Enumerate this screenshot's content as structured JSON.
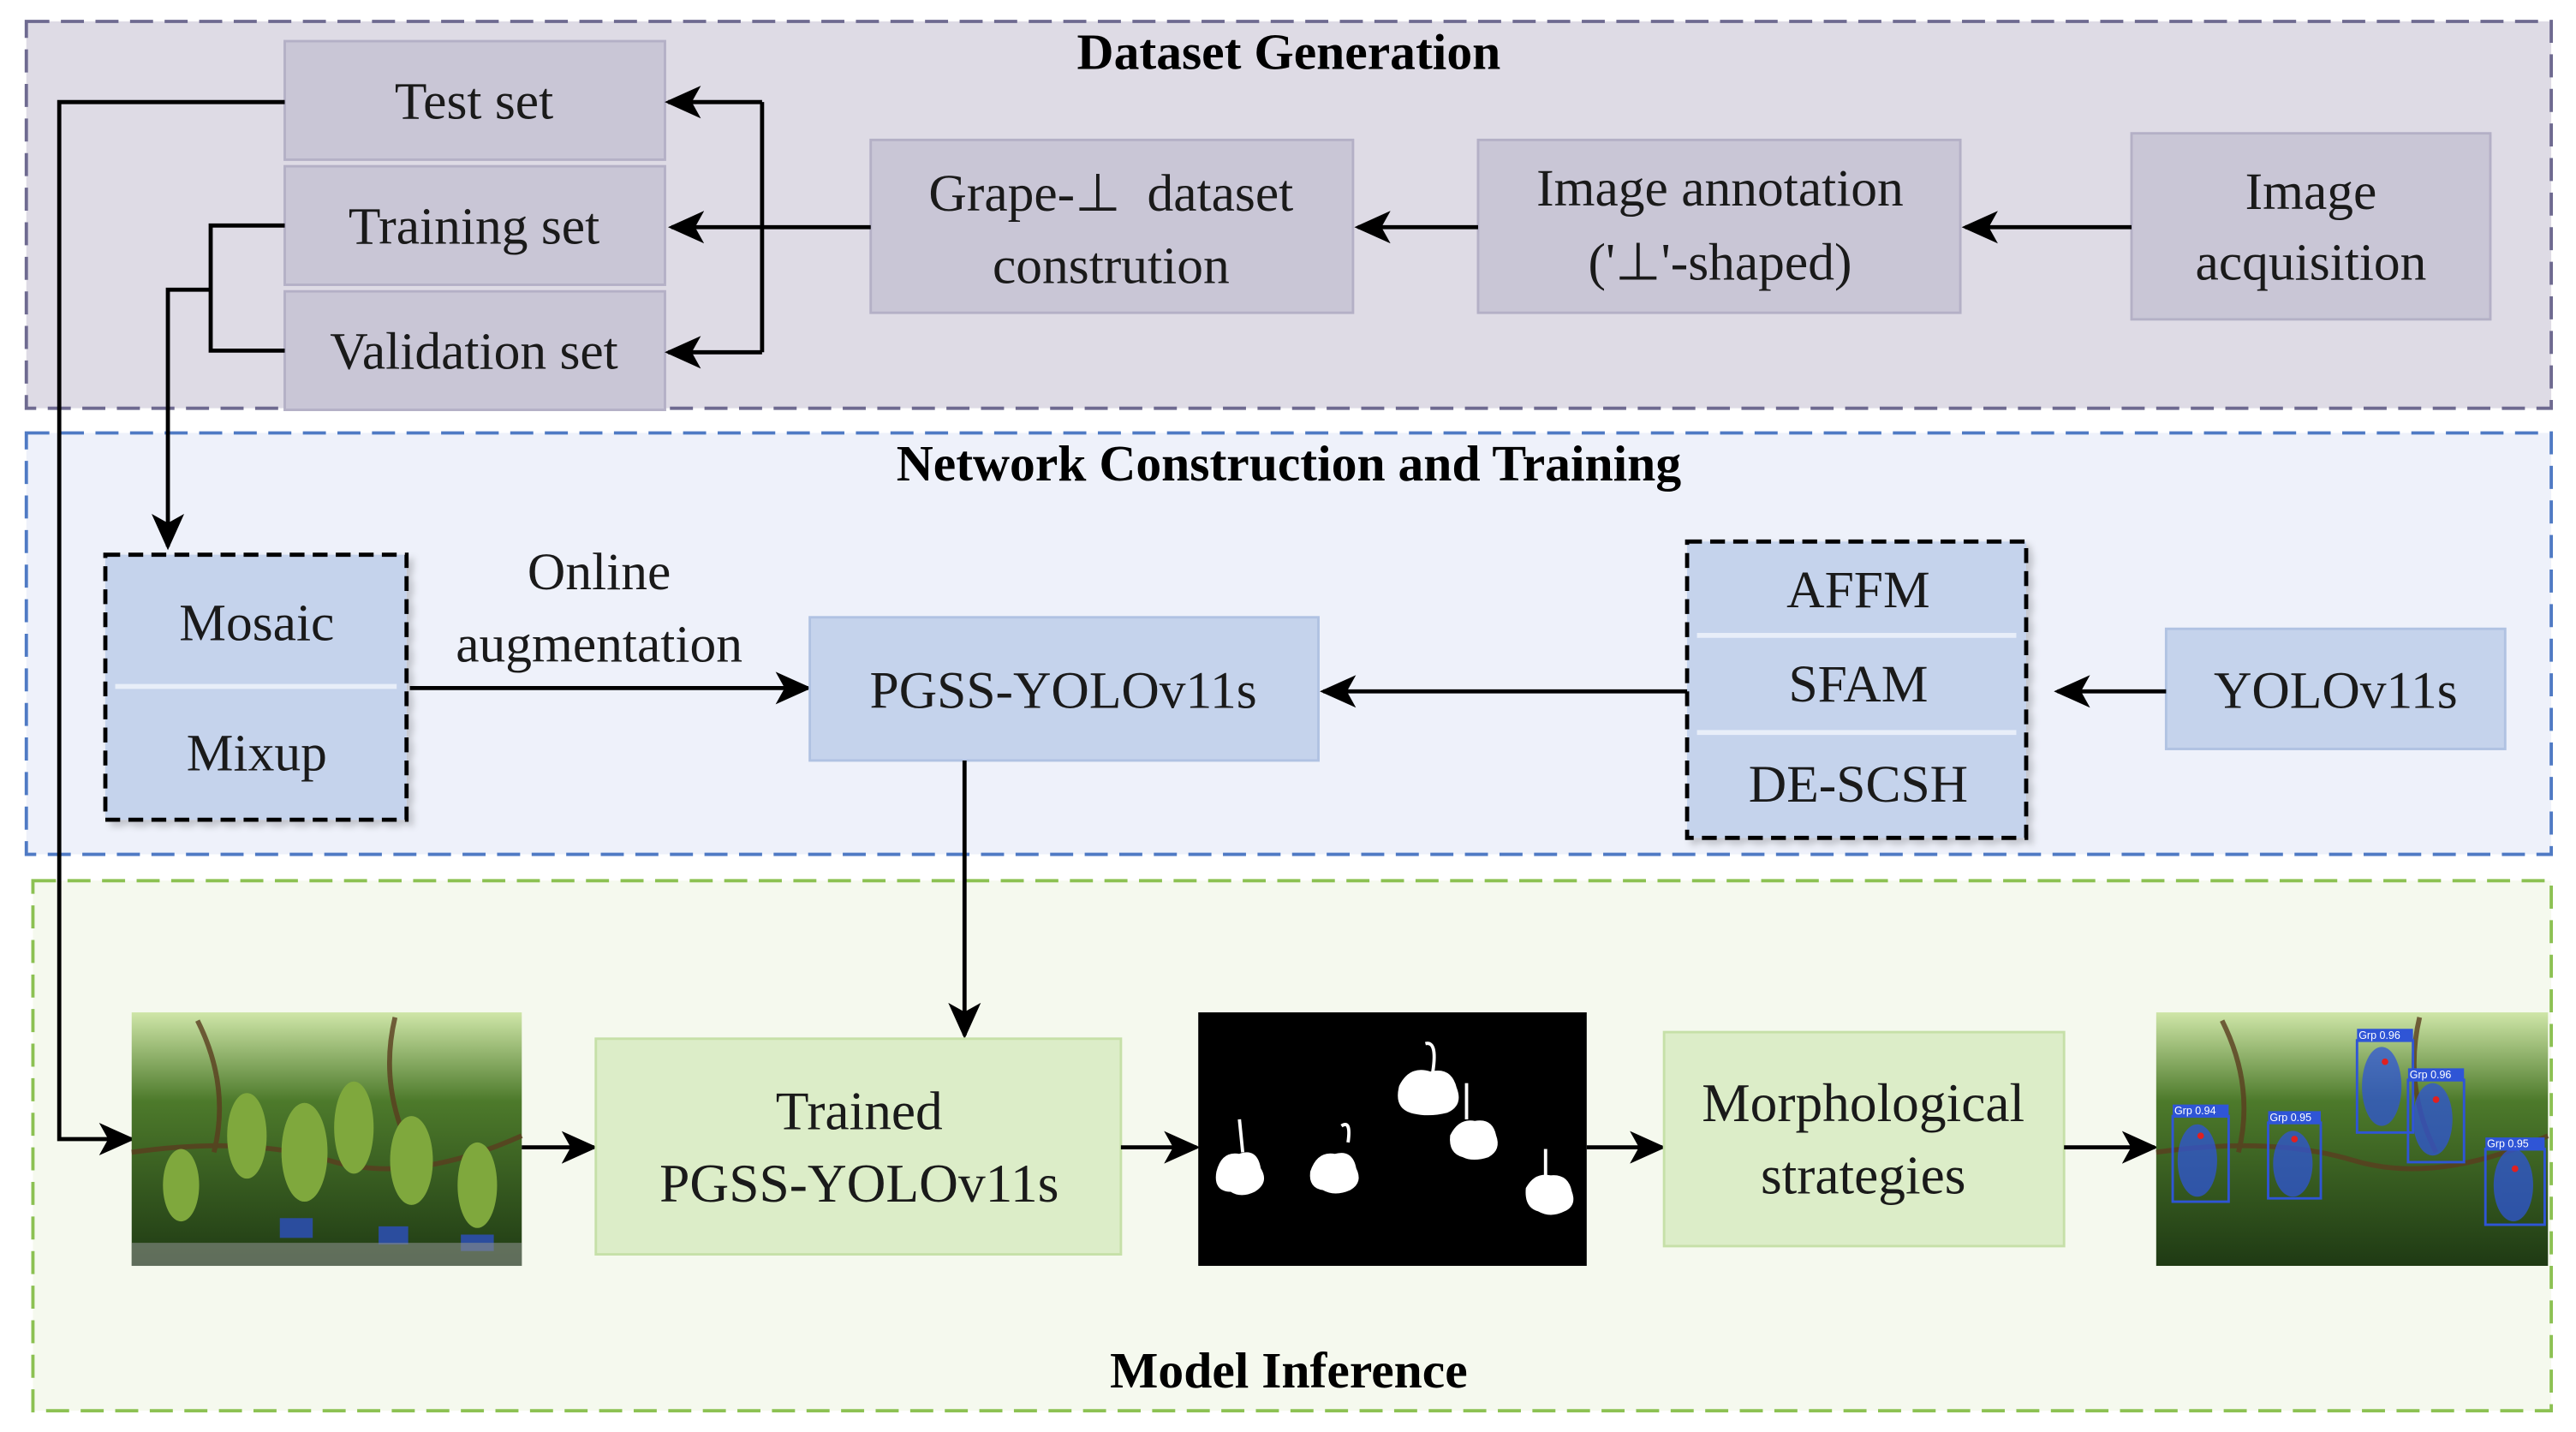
{
  "sections": {
    "dataset_generation": "Dataset Generation",
    "network_training": "Network Construction and Training",
    "model_inference": "Model Inference"
  },
  "dataset": {
    "test_set": "Test set",
    "training_set": "Training set",
    "validation_set": "Validation set",
    "grape_dataset_line1": "Grape-⊥  dataset",
    "grape_dataset_line2": "constrution",
    "annotation_line1": "Image annotation",
    "annotation_line2": "('⊥'-shaped)",
    "acquisition_line1": "Image",
    "acquisition_line2": "acquisition"
  },
  "network": {
    "mosaic": "Mosaic",
    "mixup": "Mixup",
    "online_line1": "Online",
    "online_line2": "augmentation",
    "pgss": "PGSS-YOLOv11s",
    "affm": "AFFM",
    "sfam": "SFAM",
    "descsh": "DE-SCSH",
    "yolo": "YOLOv11s"
  },
  "inference": {
    "trained_line1": "Trained",
    "trained_line2": "PGSS-YOLOv11s",
    "morph_line1": "Morphological",
    "morph_line2": "strategies",
    "detections": [
      "Grp 0.94",
      "Grp 0.95",
      "Grp 0.96",
      "Grp 0.96",
      "Grp 0.95"
    ]
  },
  "colors": {
    "dataset_bg": "#dedbe5",
    "dataset_border": "#6e6a90",
    "dataset_box": "#c9c6d6",
    "network_bg": "#eef1fa",
    "network_border": "#4f7ac4",
    "network_box": "#c5d3ec",
    "inference_bg": "#f5f9ee",
    "inference_border": "#8cc152",
    "inference_box": "#dcedc8"
  }
}
